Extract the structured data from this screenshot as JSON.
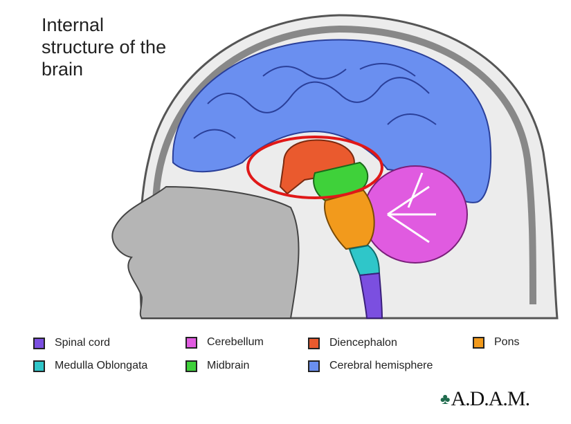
{
  "title": "Internal structure of the brain",
  "legend": [
    {
      "label": "Spinal cord",
      "color": "#7b4fe0"
    },
    {
      "label": "Medulla Oblongata",
      "color": "#2fc6c9"
    },
    {
      "label": "Cerebellum",
      "color": "#e05be0"
    },
    {
      "label": "Midbrain",
      "color": "#3fd13a"
    },
    {
      "label": "Diencephalon",
      "color": "#ea5a2e"
    },
    {
      "label": "Cerebral hemisphere",
      "color": "#6a8ff0"
    },
    {
      "label": "Pons",
      "color": "#f29a1c"
    }
  ],
  "logo": "A.D.A.M.",
  "highlight_color": "#e01818"
}
